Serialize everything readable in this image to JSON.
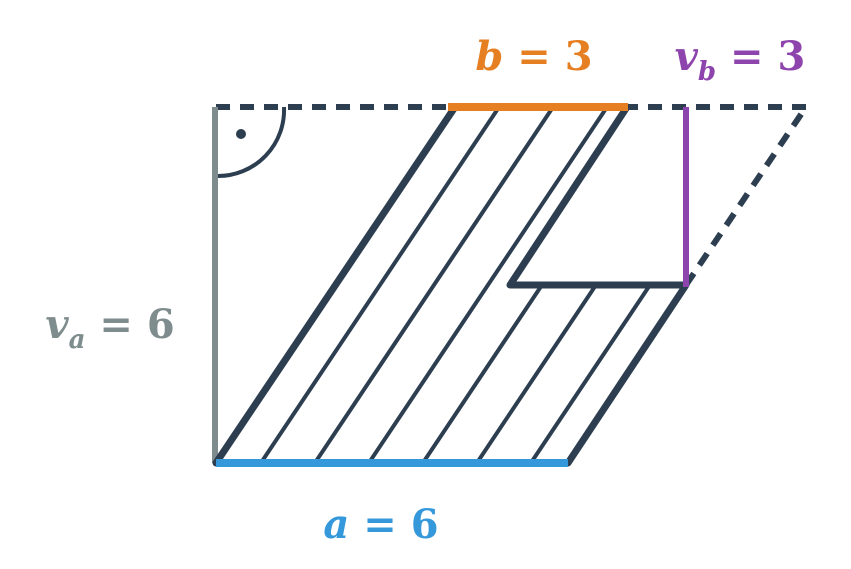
{
  "labels": {
    "a": {
      "var": "a",
      "sub": "",
      "rel": " = ",
      "value": "6"
    },
    "b": {
      "var": "b",
      "sub": "",
      "rel": " = ",
      "value": "3"
    },
    "va": {
      "var": "v",
      "sub": "a",
      "rel": " = ",
      "value": "6"
    },
    "vb": {
      "var": "v",
      "sub": "b",
      "rel": " = ",
      "value": "3"
    }
  },
  "colors": {
    "shape": "#2c3e50",
    "a_side": "#3498db",
    "b_side": "#e67e22",
    "va_height": "#7f8c8d",
    "vb_height": "#8e44ad",
    "background": "#ffffff"
  },
  "right_angle_marker": true,
  "hatching": "diagonal"
}
